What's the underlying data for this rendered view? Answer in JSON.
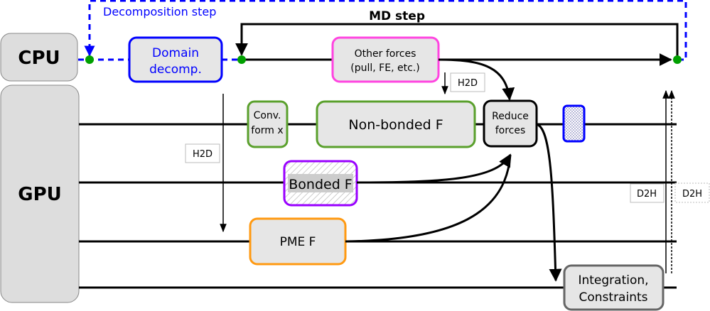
{
  "title": "MD step scheduling with GPU offload",
  "units": {
    "cpu": "CPU",
    "gpu": "GPU"
  },
  "loops": {
    "decomposition_step": "Decomposition step",
    "md_step": "MD step"
  },
  "boxes": {
    "domain_decomp": [
      "Domain",
      "decomp."
    ],
    "other_forces": [
      "Other forces",
      "(pull, FE, etc.)"
    ],
    "conv_form_x": [
      "Conv.",
      "form x"
    ],
    "non_bonded": "Non-bonded F",
    "reduce_forces": [
      "Reduce",
      "forces"
    ],
    "bonded": "Bonded F",
    "pme": "PME F",
    "integration": [
      "Integration,",
      "Constraints"
    ]
  },
  "transfers": {
    "h2d_cpu": "H2D",
    "h2d_gpu": "H2D",
    "d2h_solid": "D2H",
    "d2h_dashed": "D2H"
  },
  "colors": {
    "decomposition": "#0000ff",
    "sync_point": "#00a000",
    "other_forces": "#ff44e0",
    "nonbonded": "#5aa02c",
    "bonded": "#9900ff",
    "pme": "#ff9911",
    "reduce": "#000000",
    "integration": "#666666",
    "box_fill": "#e6e6e6",
    "unit_fill": "#dddddd"
  }
}
